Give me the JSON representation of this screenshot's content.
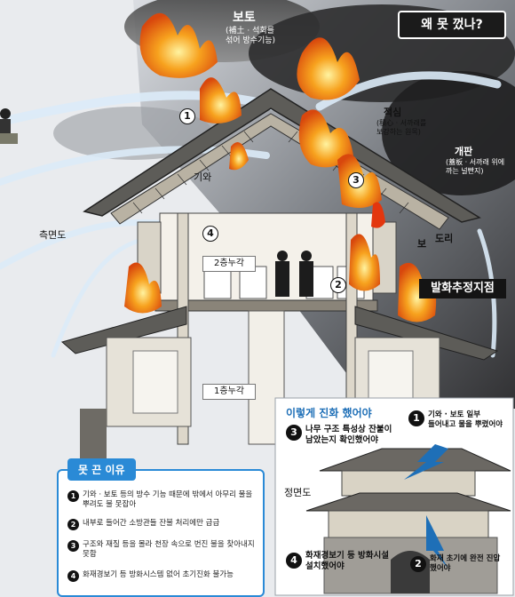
{
  "question": "왜 못 껐나?",
  "labels": {
    "bo_to": "보토",
    "bo_to_note": "(補土 · 석회를\n섞어 방수기능)",
    "giwa": "기와",
    "jeoksim": "적심",
    "jeoksim_note": "(積心 · 서까래를\n보강하는 원목)",
    "gaepan": "개판",
    "gaepan_note": "(蓋板 · 서까래 위에\n까는 널빤지)",
    "bo": "보",
    "dori": "도리",
    "side_view": "측면도",
    "front_view": "정면도",
    "floor2": "2층누각",
    "floor1": "1층누각",
    "ignition": "발화추정지점"
  },
  "diagram_numbers": [
    "1",
    "2",
    "3",
    "4"
  ],
  "reasons_panel": {
    "title": "못 끈 이유",
    "items": [
      {
        "num": "1",
        "text": "기와 · 보토 등의 방수 기능 때문에 밖에서 아무리 물을 뿌려도 불 못잡아"
      },
      {
        "num": "2",
        "text": "내부로 들어간 소방관들 잔불 처리에만 급급"
      },
      {
        "num": "3",
        "text": "구조와 재질 등을 몰라 천장 속으로 번진 불을 찾아내지 못함"
      },
      {
        "num": "4",
        "text": "화재경보기 등 방화시스템 없어 초기진화 불가능"
      }
    ]
  },
  "fix_panel": {
    "title": "이렇게 진화 했어야",
    "items": [
      {
        "num": "1",
        "text": "기와 · 보토 일부\n들어내고 물을 뿌렸어야"
      },
      {
        "num": "2",
        "text": "화재 초기에 완전 진압\n했어야"
      },
      {
        "num": "3",
        "text": "나무 구조 특성상 잔불이\n남았는지 확인했어야"
      },
      {
        "num": "4",
        "text": "화재경보기 등 방화시설\n설치했어야"
      }
    ]
  },
  "colors": {
    "fire": "#f28a1a",
    "water": "#cfe4f7",
    "accent": "#2a8ad6",
    "dark": "#141414"
  }
}
